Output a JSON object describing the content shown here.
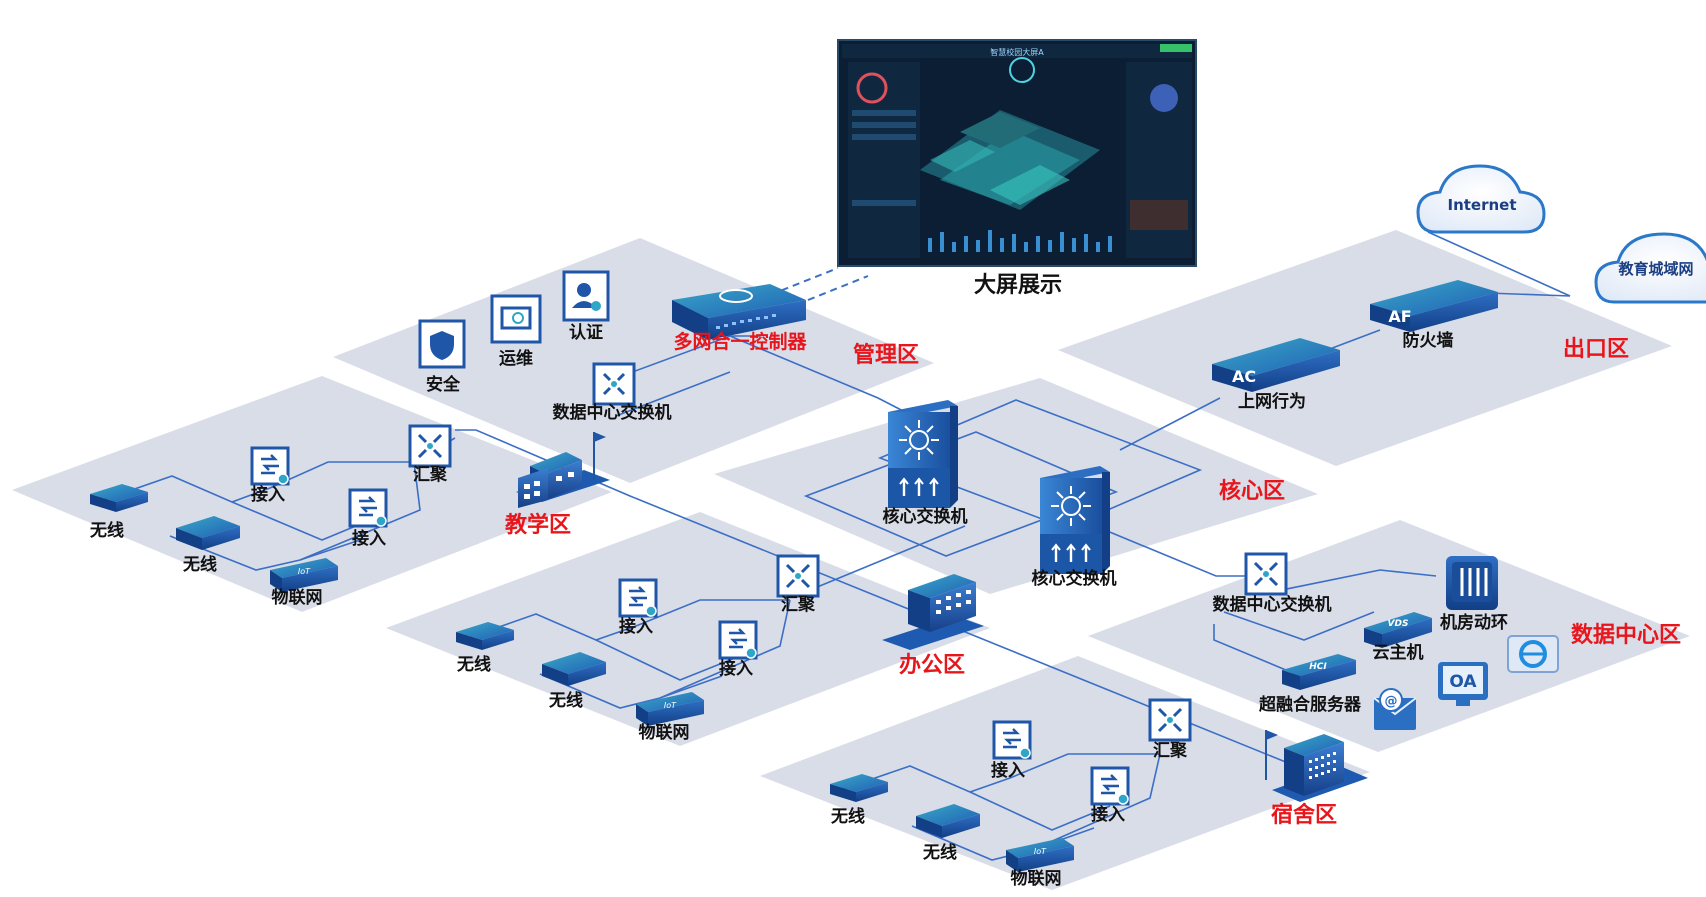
{
  "screen": {
    "title": "智慧校园大屏A",
    "caption": "大屏展示"
  },
  "cloud": {
    "internet": "Internet",
    "metro": "教育城域网"
  },
  "zones": {
    "management": "管理区",
    "teaching": "教学区",
    "office": "办公区",
    "dorm": "宿舍区",
    "core": "核心区",
    "exit": "出口区",
    "datacenter": "数据中心区"
  },
  "management": {
    "auth": "认证",
    "ops": "运维",
    "security": "安全",
    "controller": "多网合一控制器",
    "dc_switch": "数据中心交换机"
  },
  "access": {
    "wireless": "无线",
    "access": "接入",
    "aggregate": "汇聚",
    "iot": "物联网"
  },
  "core": {
    "switch": "核心交换机"
  },
  "exit": {
    "ac_badge": "AC",
    "ac_label": "上网行为",
    "af_badge": "AF",
    "af_label": "防火墙"
  },
  "datacenter": {
    "dc_switch": "数据中心交换机",
    "vds_badge": "VDS",
    "vds_label": "云主机",
    "hci_badge": "HCI",
    "hci_label": "超融合服务器",
    "env_label": "机房动环",
    "oa": "OA"
  },
  "iot_badge": "IoT",
  "colors": {
    "zone_label": "#e8151b",
    "link": "#3b6fc6",
    "platform": "#d9dde8",
    "device": "#1f56a8"
  }
}
